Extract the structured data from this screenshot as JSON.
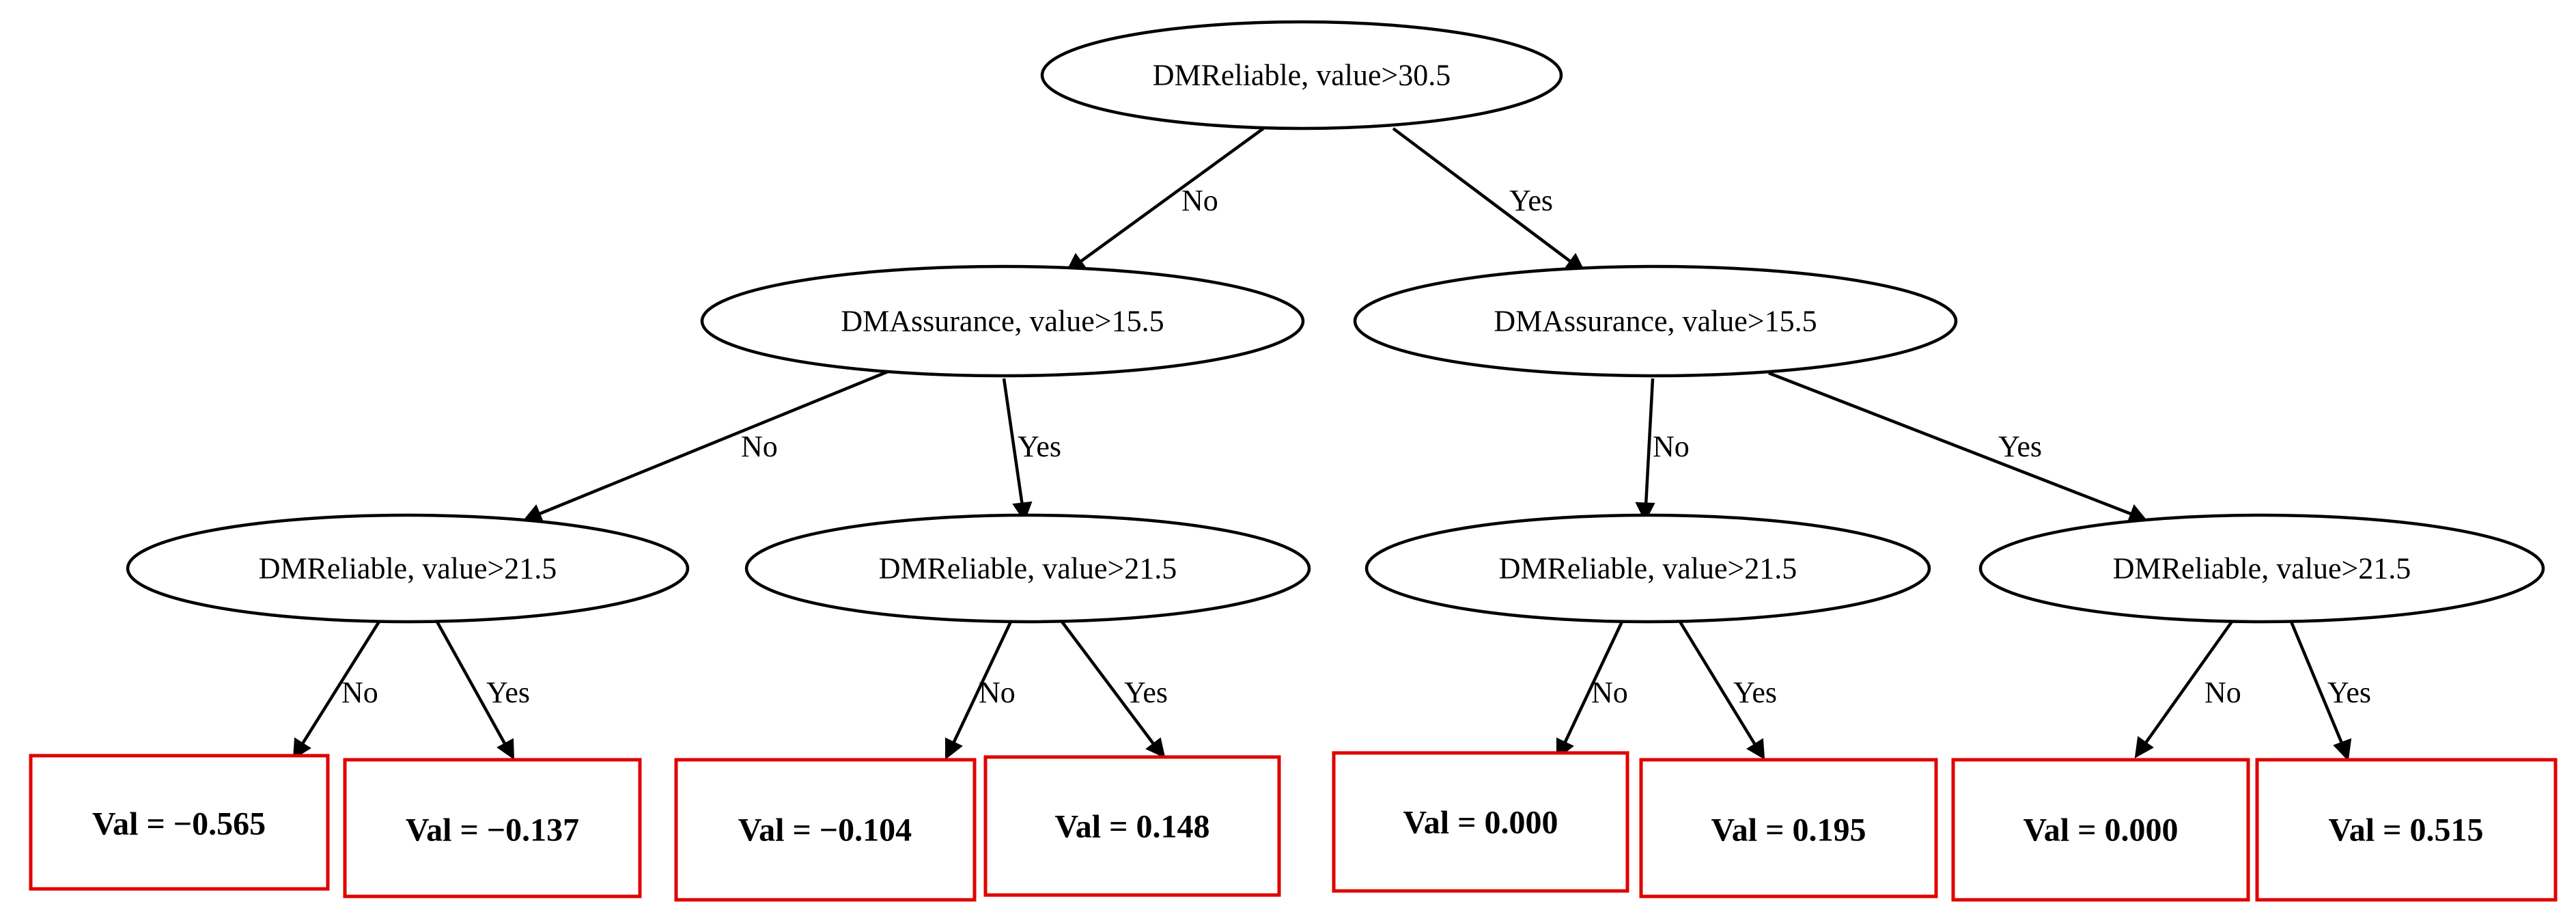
{
  "colors": {
    "leaf_border": "#e00000",
    "line": "#000000",
    "background": "#ffffff"
  },
  "nodes": {
    "root": {
      "label": "DMReliable, value>30.5"
    },
    "l1_no": {
      "label": "DMAssurance, value>15.5"
    },
    "l1_yes": {
      "label": "DMAssurance, value>15.5"
    },
    "l2_a": {
      "label": "DMReliable, value>21.5"
    },
    "l2_b": {
      "label": "DMReliable, value>21.5"
    },
    "l2_c": {
      "label": "DMReliable, value>21.5"
    },
    "l2_d": {
      "label": "DMReliable, value>21.5"
    }
  },
  "leaves": {
    "leaf_1": {
      "label": "Val = −0.565"
    },
    "leaf_2": {
      "label": "Val = −0.137"
    },
    "leaf_3": {
      "label": "Val = −0.104"
    },
    "leaf_4": {
      "label": "Val = 0.148"
    },
    "leaf_5": {
      "label": "Val = 0.000"
    },
    "leaf_6": {
      "label": "Val = 0.195"
    },
    "leaf_7": {
      "label": "Val = 0.000"
    },
    "leaf_8": {
      "label": "Val = 0.515"
    }
  },
  "edges": {
    "root_no": {
      "label": "No"
    },
    "root_yes": {
      "label": "Yes"
    },
    "n1_no": {
      "label": "No"
    },
    "n1_yes": {
      "label": "Yes"
    },
    "n2_no": {
      "label": "No"
    },
    "n2_yes": {
      "label": "Yes"
    },
    "a_no": {
      "label": "No"
    },
    "a_yes": {
      "label": "Yes"
    },
    "b_no": {
      "label": "No"
    },
    "b_yes": {
      "label": "Yes"
    },
    "c_no": {
      "label": "No"
    },
    "c_yes": {
      "label": "Yes"
    },
    "d_no": {
      "label": "No"
    },
    "d_yes": {
      "label": "Yes"
    }
  }
}
